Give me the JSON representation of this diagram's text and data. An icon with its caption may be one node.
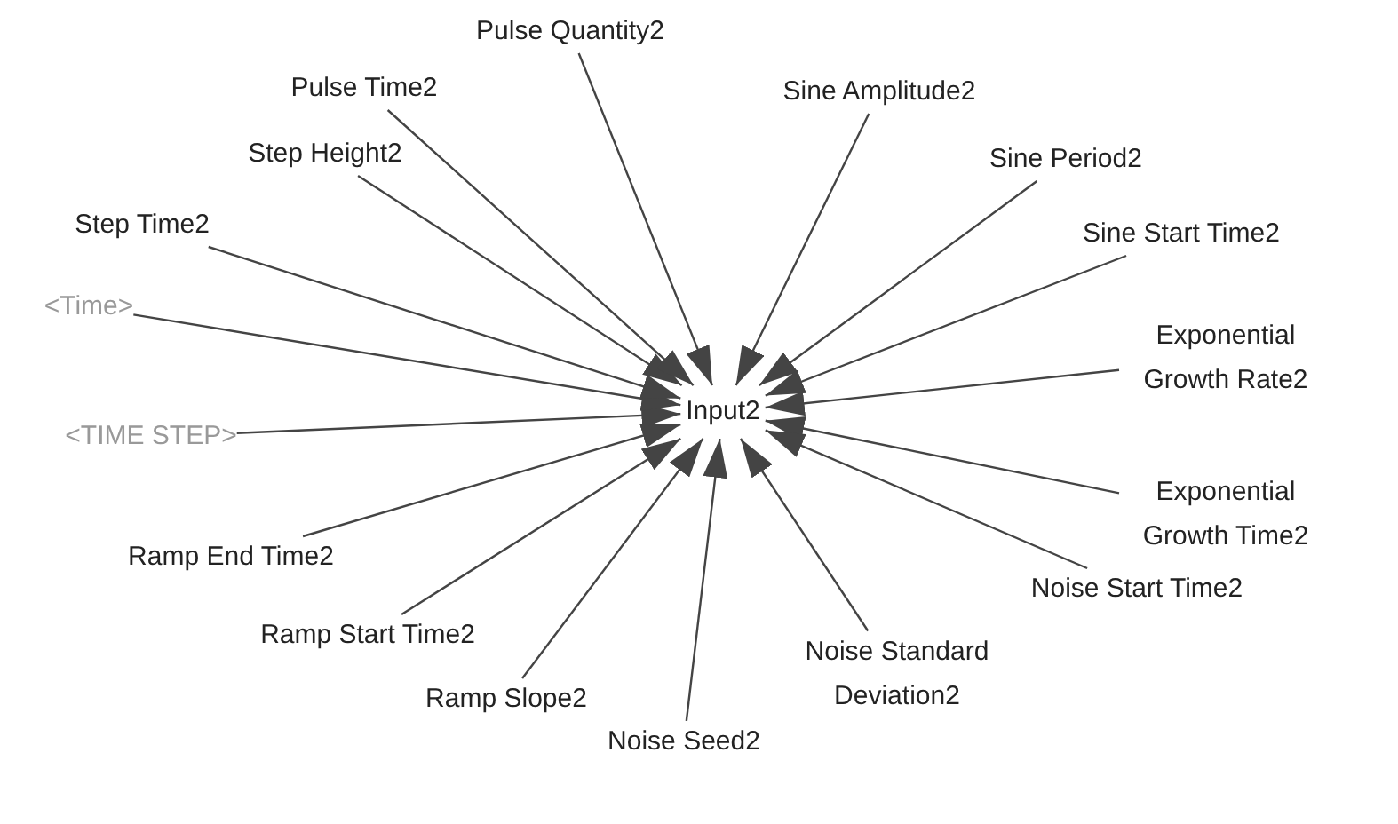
{
  "diagram": {
    "nodes": [
      {
        "text": [
          "Input2"
        ]
      },
      {
        "text": [
          "Pulse Quantity2"
        ]
      },
      {
        "text": [
          "Sine Amplitude2"
        ]
      },
      {
        "text": [
          "Sine Period2"
        ]
      },
      {
        "text": [
          "Sine Start Time2"
        ]
      },
      {
        "text": [
          "Exponential Growth Rate2"
        ]
      },
      {
        "text": [
          "Exponential Growth Time2"
        ]
      },
      {
        "text": [
          "Noise Start Time2"
        ]
      },
      {
        "text": [
          "Noise Standard Deviation2"
        ]
      },
      {
        "text": [
          "Noise Seed2"
        ]
      },
      {
        "text": [
          "Ramp Slope2"
        ]
      },
      {
        "text": [
          "Ramp Start Time2"
        ]
      },
      {
        "text": [
          "Ramp End Time2"
        ]
      },
      {
        "text": [
          "<TIME STEP>"
        ]
      },
      {
        "text": [
          "<Time>"
        ]
      },
      {
        "text": [
          "Step Time2"
        ]
      },
      {
        "text": [
          "Step Height2"
        ]
      },
      {
        "text": [
          "Pulse Time2"
        ]
      }
    ],
    "edges": [
      {
        "from": 1,
        "to": 0,
        "arrow": "to"
      },
      {
        "from": 2,
        "to": 0,
        "arrow": "to"
      },
      {
        "from": 3,
        "to": 0,
        "arrow": "to"
      },
      {
        "from": 4,
        "to": 0,
        "arrow": "to"
      },
      {
        "from": 5,
        "to": 0,
        "arrow": "to"
      },
      {
        "from": 6,
        "to": 0,
        "arrow": "to"
      },
      {
        "from": 7,
        "to": 0,
        "arrow": "to"
      },
      {
        "from": 8,
        "to": 0,
        "arrow": "to"
      },
      {
        "from": 9,
        "to": 0,
        "arrow": "to"
      },
      {
        "from": 10,
        "to": 0,
        "arrow": "to"
      },
      {
        "from": 11,
        "to": 0,
        "arrow": "to"
      },
      {
        "from": 12,
        "to": 0,
        "arrow": "to"
      },
      {
        "from": 13,
        "to": 0,
        "arrow": "to"
      },
      {
        "from": 14,
        "to": 0,
        "arrow": "to"
      },
      {
        "from": 15,
        "to": 0,
        "arrow": "to"
      },
      {
        "from": 16,
        "to": 0,
        "arrow": "to"
      },
      {
        "from": 17,
        "to": 0,
        "arrow": "to"
      }
    ]
  }
}
